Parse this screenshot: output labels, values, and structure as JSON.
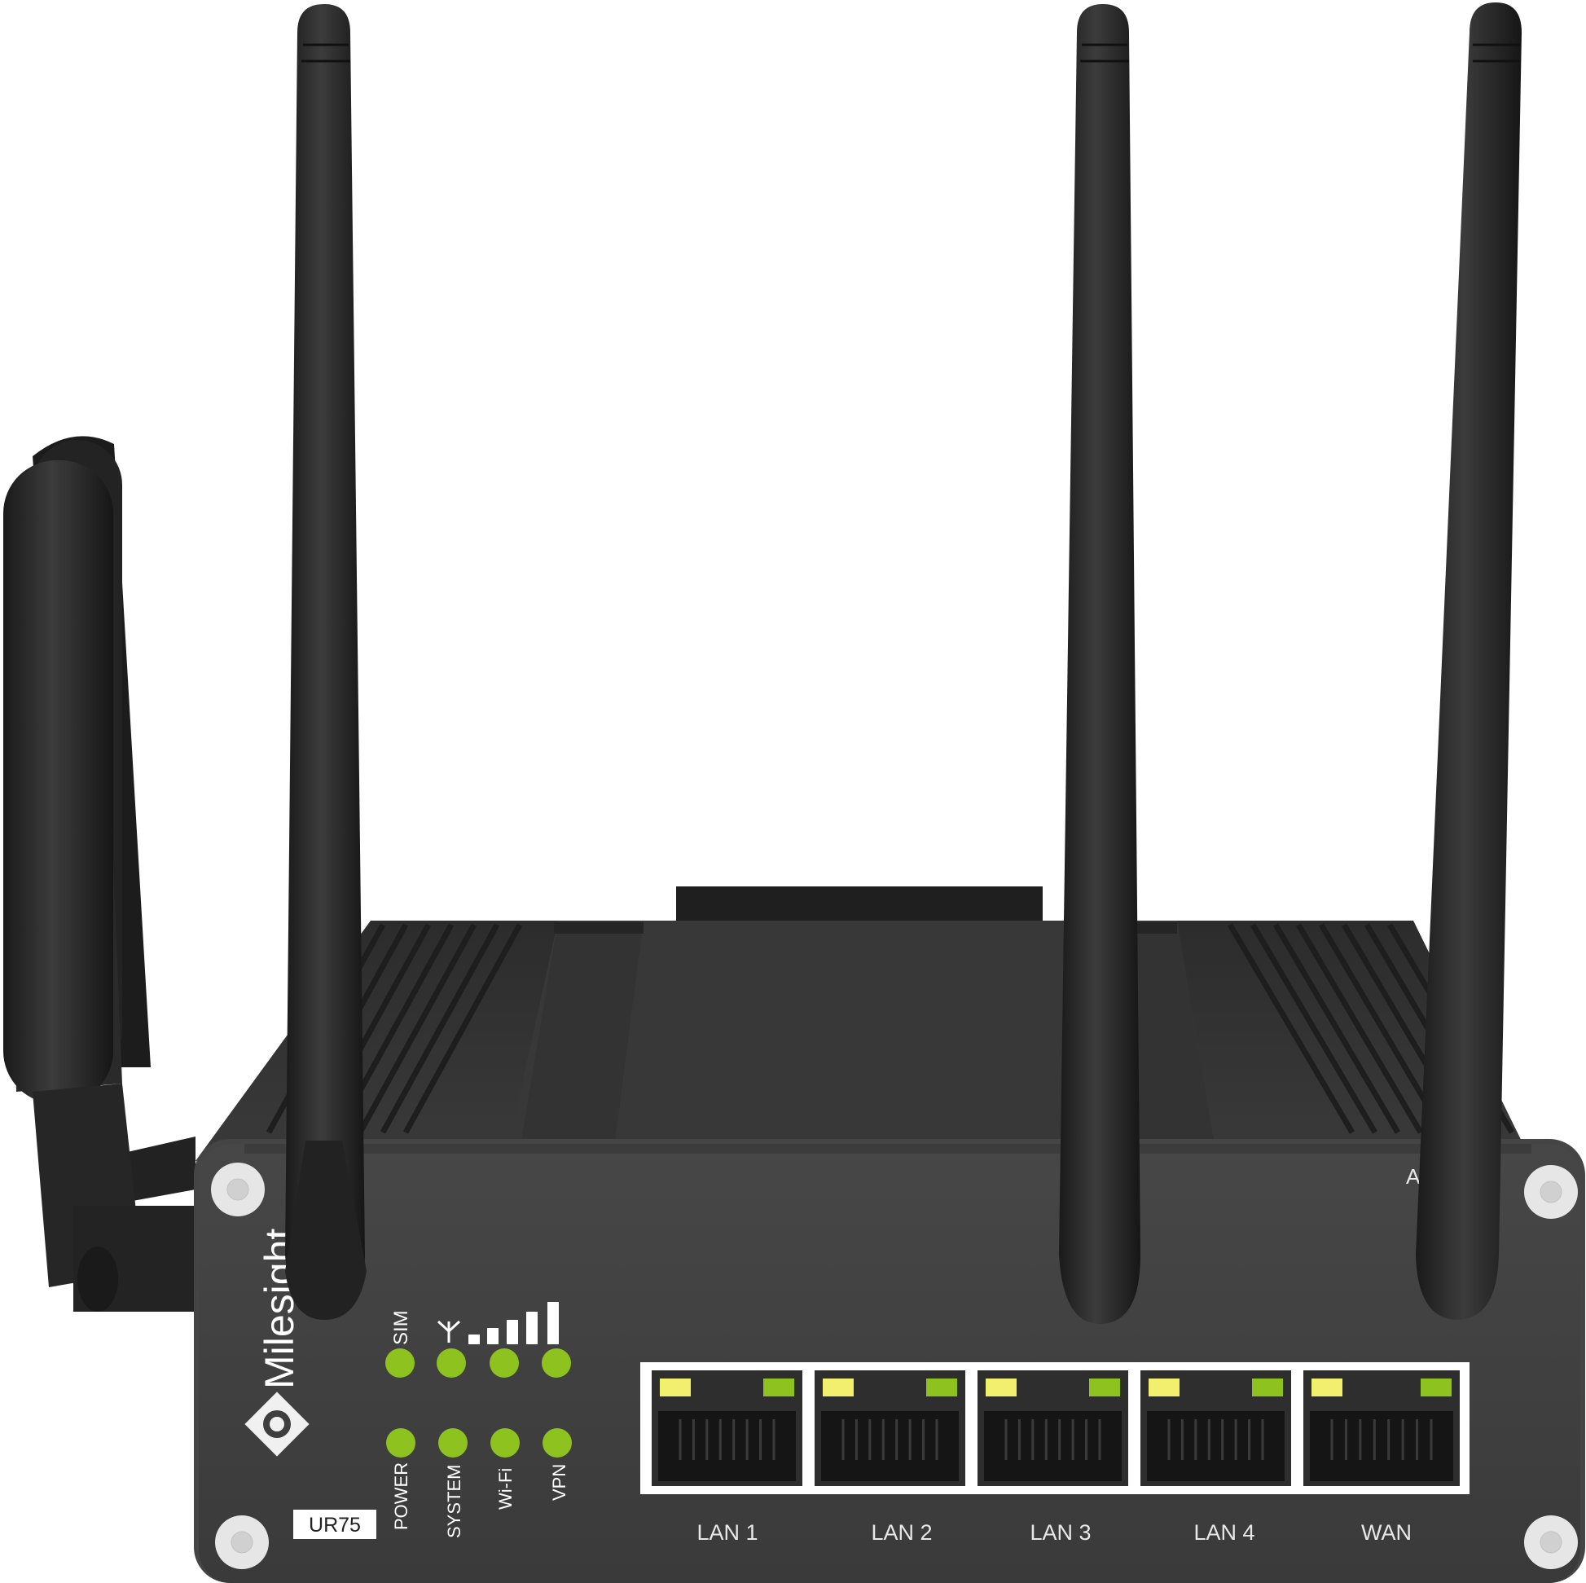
{
  "product": {
    "brand": "Milesight",
    "model": "UR75"
  },
  "leds": {
    "top_row": [
      {
        "label": "SIM",
        "color": "#8ec21f"
      },
      {
        "label": "signal-antenna-icon",
        "color": "#8ec21f"
      },
      {
        "label": "",
        "color": "#8ec21f"
      },
      {
        "label": "",
        "color": "#8ec21f"
      }
    ],
    "bottom_row": [
      {
        "label": "POWER",
        "color": "#8ec21f"
      },
      {
        "label": "SYSTEM",
        "color": "#8ec21f"
      },
      {
        "label": "Wi-Fi",
        "color": "#8ec21f"
      },
      {
        "label": "VPN",
        "color": "#8ec21f"
      }
    ],
    "signal_bars": 5
  },
  "ports": [
    {
      "label": "LAN 1"
    },
    {
      "label": "LAN 2"
    },
    {
      "label": "LAN 3"
    },
    {
      "label": "LAN 4"
    },
    {
      "label": "WAN"
    }
  ],
  "colors": {
    "chassis": "#3e3e3e",
    "led_green": "#8ec21f",
    "port_led_yellow": "#f3ef6e",
    "port_led_green": "#8ec21f",
    "antenna": "#2a2a2a"
  },
  "partial_text": "A"
}
